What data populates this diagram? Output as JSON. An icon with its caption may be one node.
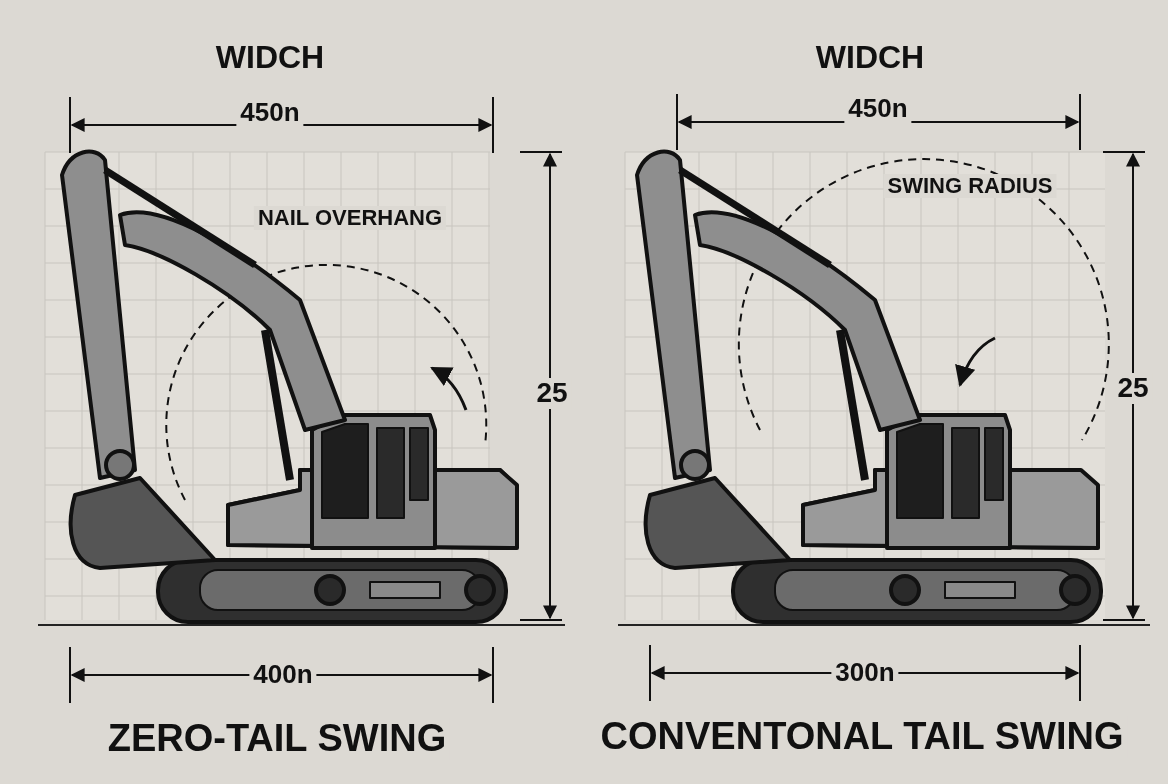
{
  "diagram": {
    "labels": [
      "WIDCH",
      "WIDCH",
      "450n",
      "450n",
      "SWING RADIUS",
      "NAIL OVERHANG",
      "25",
      "25",
      "400n",
      "300n",
      "ZERO-TAIL SWING",
      "CONVENTONAL TAIL SWING"
    ]
  }
}
